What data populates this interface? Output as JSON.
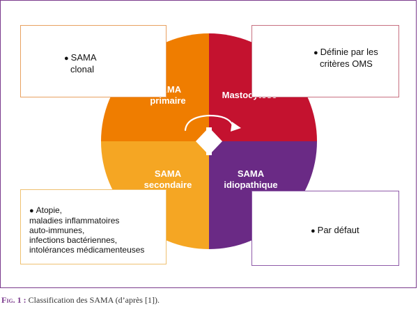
{
  "quadrants": {
    "top_left": {
      "lines": [
        "SAMA",
        "primaire"
      ],
      "color": "#ef7d00"
    },
    "top_right": {
      "lines": [
        "Mastocytose"
      ],
      "color": "#c4122f"
    },
    "bottom_left": {
      "lines": [
        "SAMA",
        "secondaire"
      ],
      "color": "#f5a623"
    },
    "bottom_right": {
      "lines": [
        "SAMA",
        "idiopathique"
      ],
      "color": "#6a2a85"
    }
  },
  "boxes": {
    "top_left": {
      "lines": [
        "SAMA",
        "clonal"
      ]
    },
    "top_right": {
      "lines": [
        "Définie par les",
        "critères OMS"
      ]
    },
    "bottom_left": {
      "lines": [
        "Atopie,",
        "maladies inflammatoires",
        "auto-immunes,",
        "infections bactériennes,",
        "intolérances médicamenteuses"
      ]
    },
    "bottom_right": {
      "lines": [
        "Par défaut"
      ]
    }
  },
  "bullet_char": "●",
  "caption": {
    "label": "Fig. 1 :",
    "text": "Classification des SAMA (d’après [1])."
  },
  "icons": [
    "curved-arrow-icon",
    "double-arrow-icon"
  ]
}
